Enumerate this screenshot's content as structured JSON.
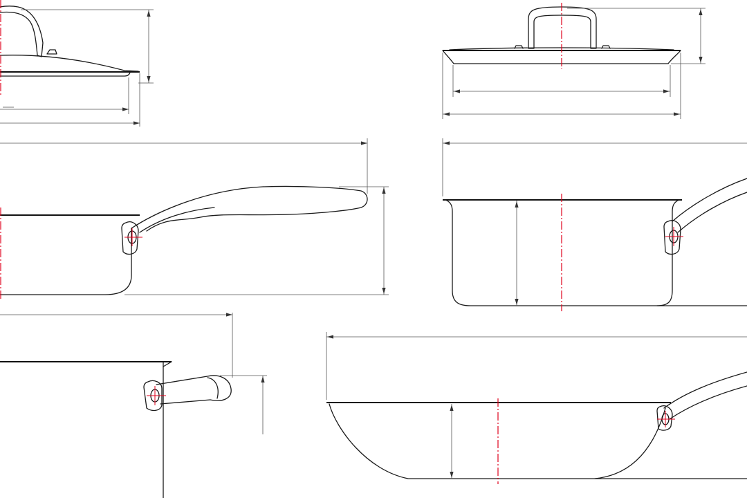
{
  "drawing": {
    "views": [
      {
        "name": "lid-side-view-left"
      },
      {
        "name": "lid-front-view-right"
      },
      {
        "name": "saute-pan-side-view"
      },
      {
        "name": "saucepan-front-view"
      },
      {
        "name": "stockpot-handle-view"
      },
      {
        "name": "wok-side-view"
      }
    ]
  },
  "colors": {
    "outline": "#1a1a1a",
    "dimension": "#555555",
    "centerline": "#e0001b",
    "background": "#ffffff"
  }
}
